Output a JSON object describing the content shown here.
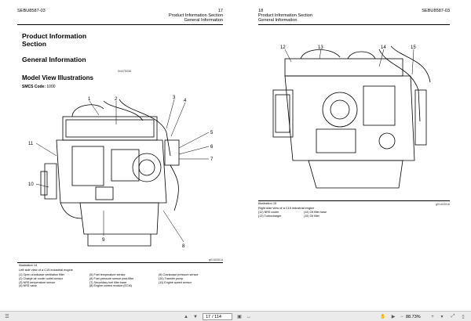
{
  "left_page": {
    "doc_code": "SEBU8587-03",
    "page_number": "17",
    "header_line1": "Product Information Section",
    "header_line2": "General Information",
    "section_title_line1": "Product  Information",
    "section_title_line2": "Section",
    "general_info_title": "General Information",
    "image_id": "i04475338",
    "model_view_title": "Model View Illustrations",
    "smcs_label": "SMCS Code:",
    "smcs_value": "1000",
    "callouts": [
      "1",
      "2",
      "3",
      "4",
      "5",
      "6",
      "7",
      "8",
      "9",
      "10",
      "11"
    ],
    "illustration_id": "g01403014",
    "illustration_label": "Illustration 14",
    "illustration_caption": "Left side view of a C15 industrial engine",
    "legend_col1": [
      "(1) Open crankcase ventilation filter",
      "(2) Charge air cooler outlet sensor",
      "(3) NRS temperature sensor",
      "(4) NRS valve"
    ],
    "legend_col2": [
      "(5) Fuel temperature sensor",
      "(6) Fuel pressure sensor post-filter",
      "(7) Secondary fuel filter base",
      "(8) Engine control module (ECM)"
    ],
    "legend_col3": [
      "(9) Crankcase pressure sensor",
      "(10) Transfer pump",
      "(11) Engine speed sensor"
    ]
  },
  "right_page": {
    "page_number": "18",
    "header_line1": "Product Information Section",
    "header_line2": "General Information",
    "doc_code": "SEBU8587-03",
    "callouts": [
      "12",
      "13",
      "14",
      "15"
    ],
    "illustration_label": "Illustration 15",
    "illustration_id": "g01403016",
    "illustration_caption": "Right side view of a C15 industrial engine",
    "legend_col1": [
      "(12) NRS cooler",
      "(13) Turbocharger"
    ],
    "legend_col2": [
      "(14) Oil filter base",
      "(15) Oil filler"
    ]
  },
  "toolbar": {
    "current_page": "17",
    "total_pages": "/ 114",
    "zoom": "88.73%"
  }
}
